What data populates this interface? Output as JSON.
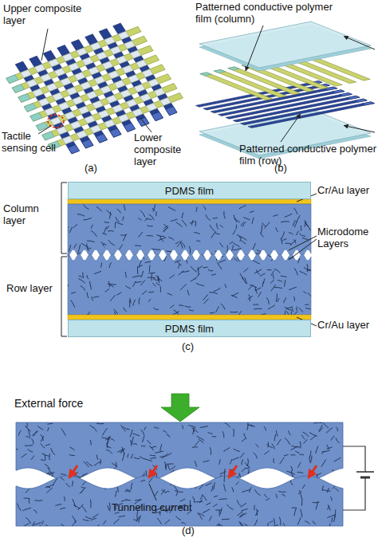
{
  "diagram": {
    "nodes": [
      {
        "text": [
          "PDMS film"
        ]
      },
      {
        "text": [
          "PDMS film"
        ]
      }
    ],
    "labels": [
      "Upper composite layer",
      "Tactile sensing cell",
      "Lower composite layer",
      "(a)",
      "Patterned conductive polymer film (column)",
      "Patterned conductive polymer film (row)",
      "(b)",
      "Column layer",
      "Row layer",
      "Cr/Au layer",
      "Microdome Layers",
      "Cr/Au layer",
      "(c)",
      "External force",
      "Tunneling current",
      "(d)"
    ]
  }
}
